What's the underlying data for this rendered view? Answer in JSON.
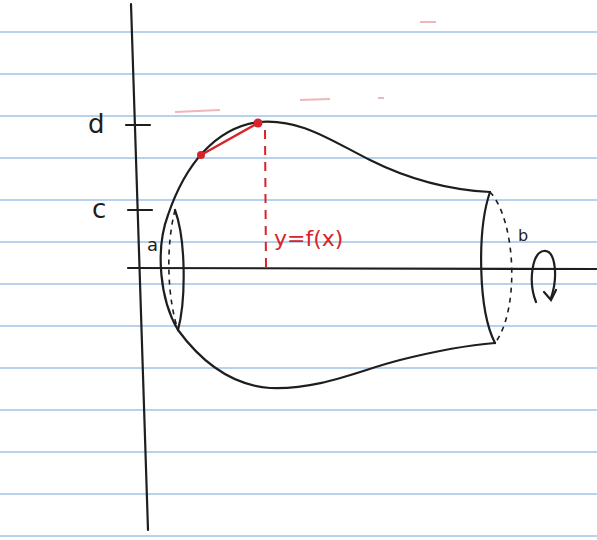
{
  "diagram": {
    "labels": [
      "d",
      "c",
      "a",
      "b",
      "y=f(x)"
    ]
  }
}
